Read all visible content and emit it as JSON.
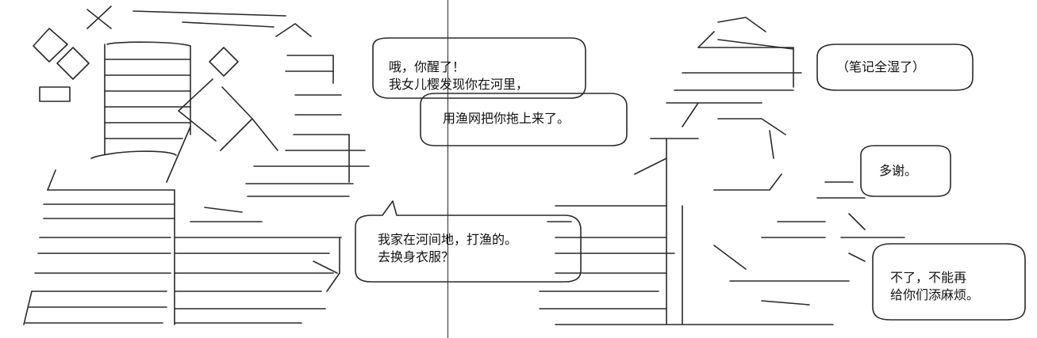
{
  "panels": [
    {
      "bubbles": [
        {
          "lines": [
            "哦，你醒了！",
            "我女儿樱发现你在河里，"
          ]
        },
        {
          "lines": [
            "用渔网把你拖上来了。"
          ]
        },
        {
          "lines": [
            "我家在河间地，打渔的。",
            "去换身衣服？"
          ]
        }
      ]
    },
    {
      "bubbles": [
        {
          "lines": [
            "（笔记全湿了）"
          ]
        },
        {
          "lines": [
            "多谢。"
          ]
        },
        {
          "lines": [
            "不了，不能再",
            "给你们添麻烦。"
          ]
        }
      ]
    }
  ]
}
